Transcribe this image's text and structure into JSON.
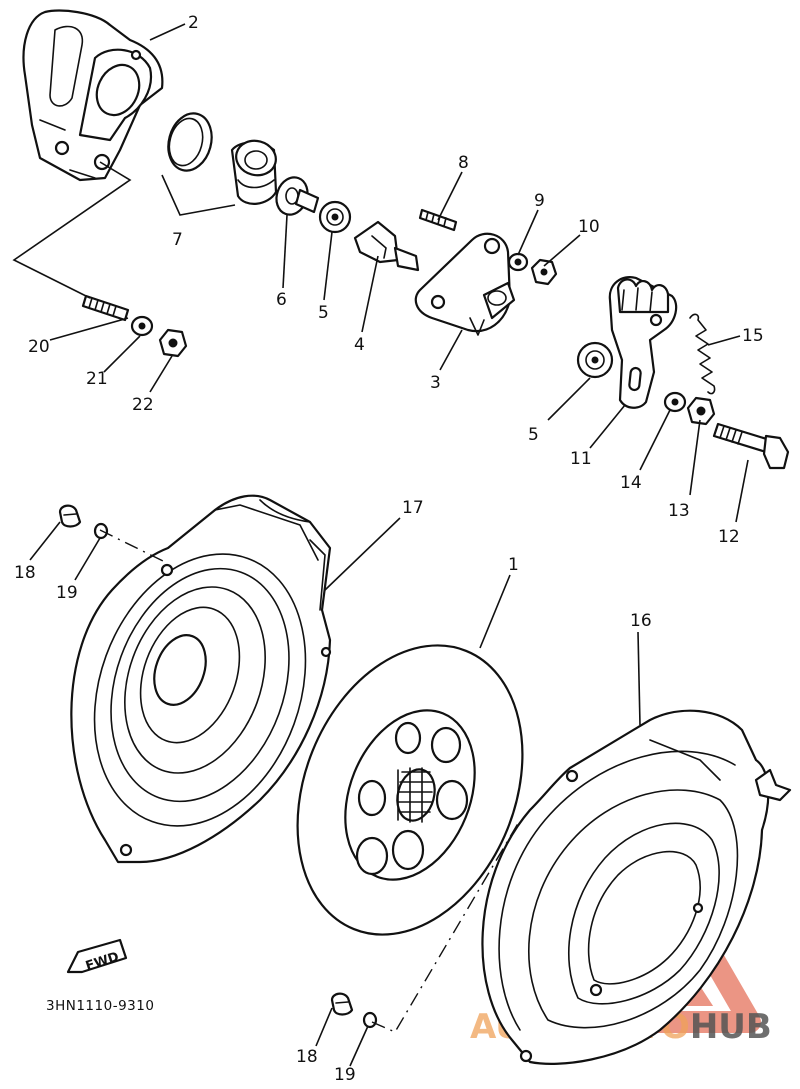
{
  "diagram": {
    "code": "3HN1110-9310",
    "direction_label": "FWD",
    "callouts": [
      "1",
      "2",
      "3",
      "4",
      "5",
      "5",
      "6",
      "7",
      "8",
      "9",
      "10",
      "11",
      "12",
      "13",
      "14",
      "15",
      "16",
      "17",
      "18",
      "18",
      "19",
      "19",
      "20",
      "21",
      "22"
    ]
  },
  "watermark": {
    "brand_a": "AUTOMOTO",
    "brand_b": "HUB",
    "colors": {
      "brand": "#e8836f",
      "accent": "#f0a25a",
      "dark": "#555555"
    }
  }
}
